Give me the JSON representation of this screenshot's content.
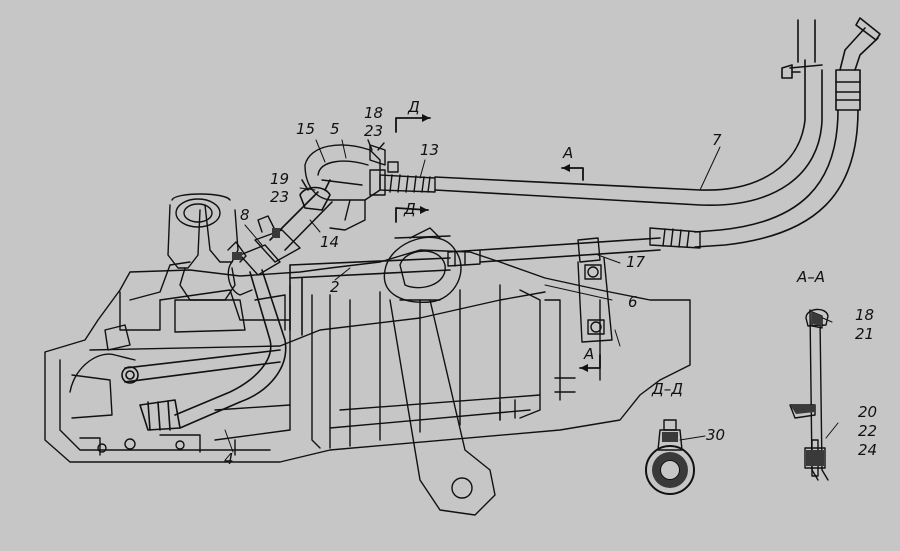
{
  "callouts": {
    "n2": "2",
    "n4": "4",
    "n5": "5",
    "n6": "6",
    "n7": "7",
    "n8": "8",
    "n13": "13",
    "n14": "14",
    "n15": "15",
    "n17": "17",
    "n18": "18",
    "n23a": "23",
    "n19": "19",
    "n23b": "23",
    "n30": "30",
    "n18b": "18",
    "n21": "21",
    "n20": "20",
    "n22": "22",
    "n24": "24"
  },
  "sections": {
    "a_mark_top": "А",
    "a_mark_bottom": "А",
    "d_mark_top": "Д",
    "d_mark_bottom": "Д",
    "view_aa": "А–А",
    "view_dd": "Д–Д"
  },
  "colors": {
    "background": "#c6c6c6",
    "line": "#111111",
    "dark_part": "#3a3a3a"
  }
}
